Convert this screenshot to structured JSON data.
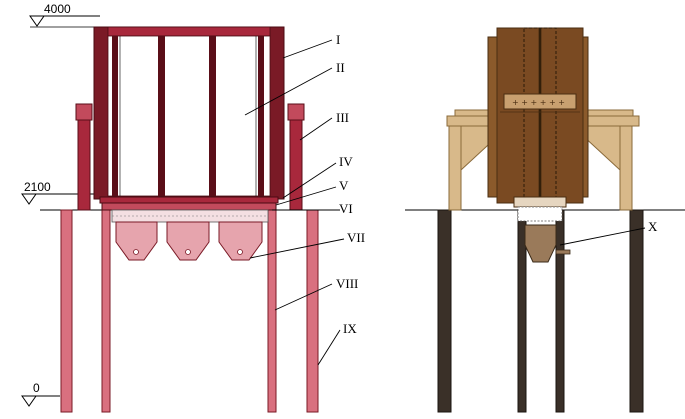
{
  "elevations": {
    "top": "4000",
    "mid": "2100",
    "ground": "0"
  },
  "labels": {
    "l1": "I",
    "l2": "II",
    "l3": "III",
    "l4": "IV",
    "l5": "V",
    "l6": "VI",
    "l7": "VII",
    "l8": "VIII",
    "l9": "IX",
    "l10": "X"
  },
  "colors": {
    "frame_dark_red": "#7a1a26",
    "frame_red": "#a8283c",
    "post_pink": "#d9707f",
    "hopper_pink": "#e6a4ad",
    "wood_brown": "#8b5a2b",
    "wood_tan": "#d8b98a",
    "post_dark": "#3a3028"
  }
}
